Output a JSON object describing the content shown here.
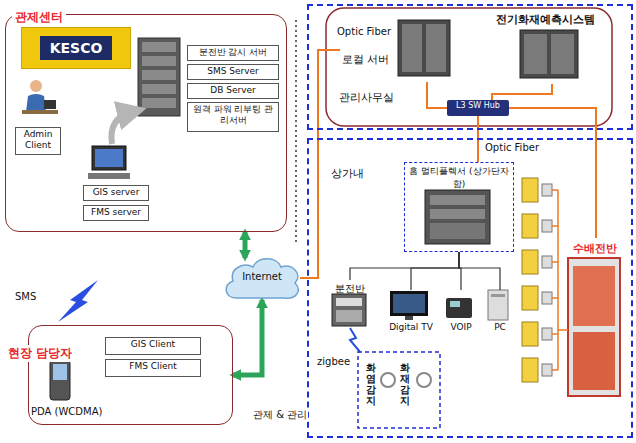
{
  "diagram": {
    "nodes": [
      {
        "text": [
          "관제센터"
        ]
      },
      {
        "text": [
          "KESCO"
        ],
        "in": 0
      },
      {
        "text": [
          "분전반 감시 서버"
        ],
        "in": 0
      },
      {
        "text": [
          "SMS Server"
        ],
        "in": 0
      },
      {
        "text": [
          "DB Server"
        ],
        "in": 0
      },
      {
        "text": [
          "원격 파워 리부팅 관리서버"
        ],
        "in": 0
      },
      {
        "text": [
          "Admin Client"
        ],
        "in": 0
      },
      {
        "text": [
          "GIS server"
        ],
        "in": 0
      },
      {
        "text": [
          "FMS server"
        ],
        "in": 0
      },
      {
        "text": [
          "현장 담당자"
        ]
      },
      {
        "text": [
          "GIS Client"
        ],
        "in": 9
      },
      {
        "text": [
          "FMS Client"
        ],
        "in": 9
      },
      {
        "text": [
          "Internet"
        ]
      },
      {
        "text": [
          "관리사무실"
        ]
      },
      {
        "text": [
          "로컬 서버"
        ],
        "in": 13
      },
      {
        "text": [
          "전기화재예측시스템"
        ],
        "in": 13
      },
      {
        "text": [
          "L3 SW Hub"
        ],
        "in": 13
      },
      {
        "text": [
          "상가내"
        ]
      },
      {
        "text": [
          "홈 멀티플렉서 (상가단자함)"
        ],
        "in": 17
      },
      {
        "text": [
          "분전반"
        ],
        "in": 17
      },
      {
        "text": [
          "Digital TV"
        ],
        "in": 17
      },
      {
        "text": [
          "VOIP"
        ],
        "in": 17
      },
      {
        "text": [
          "PC"
        ],
        "in": 17
      },
      {
        "text": [
          "화염감지"
        ],
        "in": 17
      },
      {
        "text": [
          "화재감지"
        ],
        "in": 17
      },
      {
        "text": [
          "수배전반"
        ],
        "in": 17
      }
    ],
    "edges": [
      {
        "from": 0,
        "to": 12,
        "arrow": "both"
      },
      {
        "from": 9,
        "to": 12,
        "arrow": "both"
      },
      {
        "from": 12,
        "to": 14,
        "arrow": "none"
      },
      {
        "from": 14,
        "to": 16,
        "arrow": "none"
      },
      {
        "from": 15,
        "to": 16,
        "arrow": "none"
      },
      {
        "from": 16,
        "to": 18,
        "arrow": "none"
      },
      {
        "from": 16,
        "to": 25,
        "arrow": "none"
      },
      {
        "from": 18,
        "to": 19,
        "arrow": "none"
      },
      {
        "from": 18,
        "to": 20,
        "arrow": "none"
      },
      {
        "from": 18,
        "to": 21,
        "arrow": "none"
      },
      {
        "from": 18,
        "to": 22,
        "arrow": "none"
      }
    ],
    "labels": [
      "SMS",
      "관제 & 관리",
      "Optic Fiber",
      "Optic Fiber",
      "zigbee",
      "PDA (WCDMA)"
    ]
  }
}
